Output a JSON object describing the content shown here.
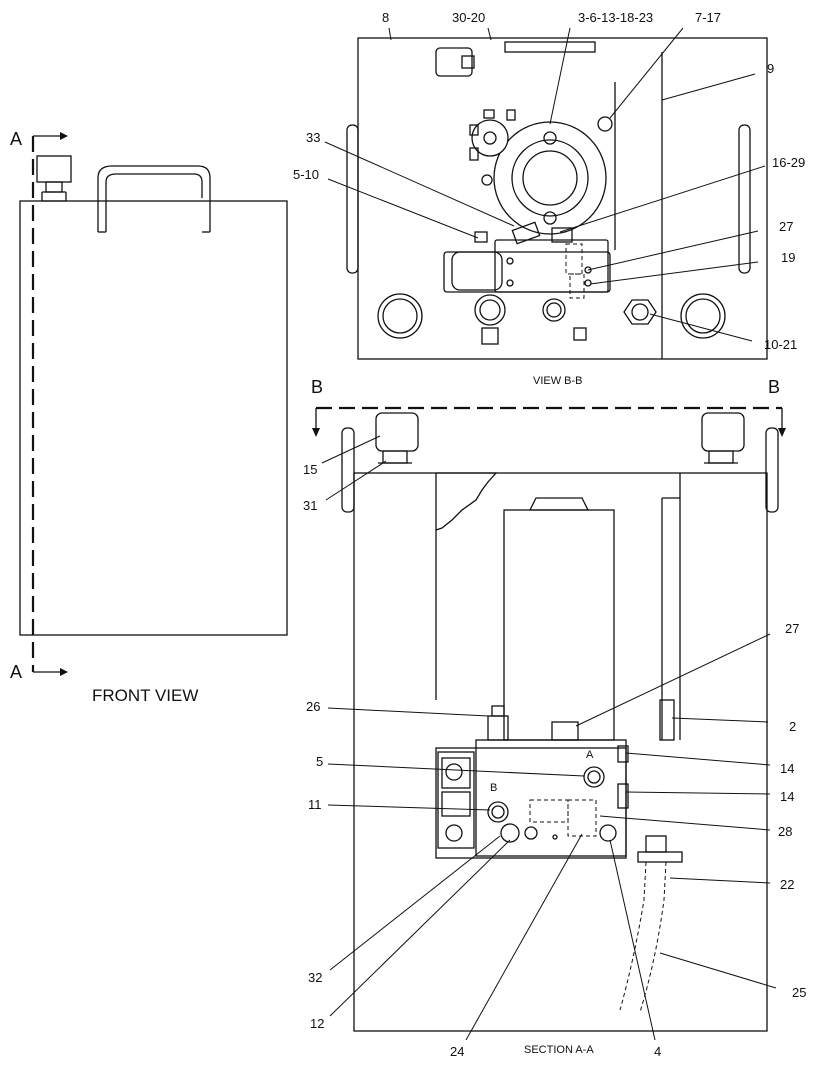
{
  "views": {
    "front": {
      "caption": "FRONT VIEW",
      "section_top": "A",
      "section_bottom": "A"
    },
    "view_bb": {
      "caption": "VIEW B-B"
    },
    "section_aa": {
      "caption": "SECTION A-A",
      "cut_left": "B",
      "cut_right": "B",
      "port_a": "A",
      "port_b": "B"
    }
  },
  "callouts": {
    "c8": "8",
    "c30_20": "30-20",
    "c3_6_13_18_23": "3-6-13-18-23",
    "c7_17": "7-17",
    "c9": "9",
    "c33": "33",
    "c5_10": "5-10",
    "c16_29": "16-29",
    "c27_top": "27",
    "c19": "19",
    "c10_21": "10-21",
    "c15": "15",
    "c31": "31",
    "c27_mid": "27",
    "c26": "26",
    "c2": "2",
    "c5": "5",
    "c14_a": "14",
    "c14_b": "14",
    "c11": "11",
    "c28": "28",
    "c22": "22",
    "c25": "25",
    "c32": "32",
    "c12": "12",
    "c24": "24",
    "c4": "4"
  }
}
